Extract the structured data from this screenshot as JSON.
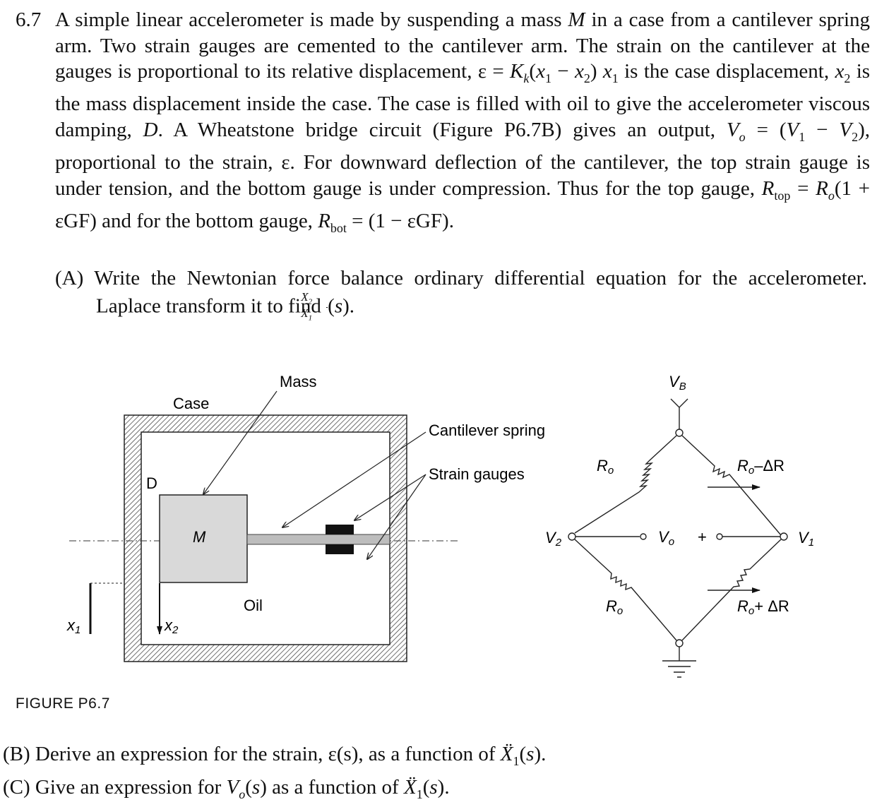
{
  "problem": {
    "number": "6.7",
    "p1": "A simple linear accelerometer is made by suspending a mass",
    "p2": "in a case from a cantilever spring arm. Two strain gauges are cemented to the cantilever arm. The strain on the cantilever at the gauges is proportional to its relative displacement,",
    "p3": "is the case displacement,",
    "p4": "is the mass displacement inside the case. The case is filled with oil to give the accelerometer viscous damping,",
    "p5": "A Wheatstone bridge circuit (Figure P6.7B) gives an output,",
    "p6": "proportional to the strain, ε. For downward deflection of the cantilever, the top strain gauge is under tension, and the bottom gauge is under compression. Thus for the top gauge,",
    "p7": "and for the bottom gauge,"
  },
  "parts": {
    "a_label": "(A)",
    "a_text": "Write the Newtonian force balance ordinary differential equation for the accelerometer. Laplace transform it to find",
    "b_label": "(B)",
    "b_text": "Derive an expression for the strain, ε(s), as a function of",
    "c_label": "(C)",
    "c_text": "Give an expression for",
    "c_text2": "as a function of"
  },
  "figure": {
    "caption": "FIGURE P6.7",
    "labels": {
      "mass": "Mass",
      "case": "Case",
      "cantilever": "Cantilever spring",
      "strain_gauges": "Strain gauges",
      "d": "D",
      "m": "M",
      "oil": "Oil",
      "x1": "x",
      "x2": "x",
      "sub1": "1",
      "sub2": "2"
    },
    "bridge": {
      "vb": "V",
      "vb_sub": "B",
      "ro": "R",
      "ro_sub": "o",
      "ro_minus": "–ΔR",
      "ro_plus": "+ ΔR",
      "v2": "V",
      "v2_sub": "2",
      "v1": "V",
      "v1_sub": "1",
      "vo": "V",
      "vo_sub": "o",
      "plus": "+"
    }
  }
}
